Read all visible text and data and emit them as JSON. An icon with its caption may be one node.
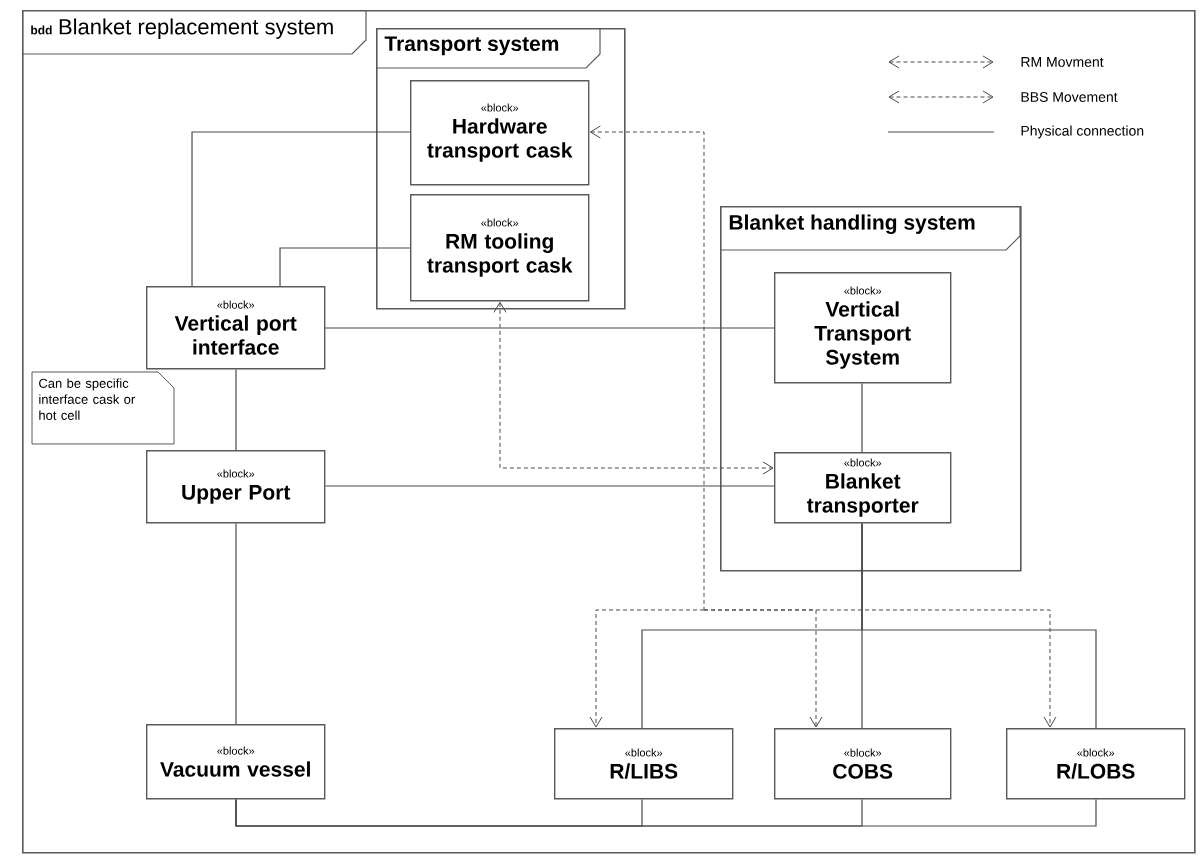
{
  "diagram": {
    "nodes": [
      {
        "text": [
          "bdd",
          "Blanket replacement system"
        ]
      },
      {
        "text": [
          "Transport system"
        ],
        "in": 0
      },
      {
        "text": [
          "«block»",
          "Hardware transport cask"
        ],
        "in": 1
      },
      {
        "text": [
          "«block»",
          "RM tooling transport cask"
        ],
        "in": 1
      },
      {
        "text": [
          "Blanket handling system"
        ],
        "in": 0
      },
      {
        "text": [
          "«block»",
          "Vertical Transport System"
        ],
        "in": 4
      },
      {
        "text": [
          "«block»",
          "Blanket transporter"
        ],
        "in": 4
      },
      {
        "text": [
          "«block»",
          "Vertical port interface"
        ],
        "in": 0
      },
      {
        "text": [
          "Can be specific interface cask or hot cell"
        ],
        "in": 0
      },
      {
        "text": [
          "«block»",
          "Upper Port"
        ],
        "in": 0
      },
      {
        "text": [
          "«block»",
          "Vacuum vessel"
        ],
        "in": 0
      },
      {
        "text": [
          "«block»",
          "R/LIBS"
        ],
        "in": 0
      },
      {
        "text": [
          "«block»",
          "COBS"
        ],
        "in": 0
      },
      {
        "text": [
          "«block»",
          "R/LOBS"
        ],
        "in": 0
      }
    ],
    "edges": [
      {
        "from": 7,
        "to": 2,
        "arrow": "none"
      },
      {
        "from": 7,
        "to": 3,
        "arrow": "none"
      },
      {
        "from": 7,
        "to": 5,
        "arrow": "none"
      },
      {
        "from": 7,
        "to": 9,
        "arrow": "none"
      },
      {
        "from": 9,
        "to": 6,
        "arrow": "none"
      },
      {
        "from": 9,
        "to": 10,
        "arrow": "none"
      },
      {
        "from": 5,
        "to": 6,
        "arrow": "none"
      },
      {
        "from": 6,
        "to": 11,
        "arrow": "none"
      },
      {
        "from": 6,
        "to": 12,
        "arrow": "none"
      },
      {
        "from": 6,
        "to": 13,
        "arrow": "none"
      },
      {
        "from": 10,
        "to": 11,
        "arrow": "none"
      },
      {
        "from": 10,
        "to": 12,
        "arrow": "none"
      },
      {
        "from": 10,
        "to": 13,
        "arrow": "none"
      },
      {
        "from": 2,
        "to": 11,
        "arrow": "both",
        "style": "dashed"
      },
      {
        "from": 2,
        "to": 12,
        "arrow": "both",
        "style": "dashed"
      },
      {
        "from": 2,
        "to": 13,
        "arrow": "both",
        "style": "dashed"
      },
      {
        "from": 3,
        "to": 6,
        "arrow": "both",
        "style": "dashed"
      }
    ],
    "legend": [
      {
        "text": "RM Movment"
      },
      {
        "text": "BBS Movement"
      },
      {
        "text": "Physical connection"
      }
    ]
  }
}
